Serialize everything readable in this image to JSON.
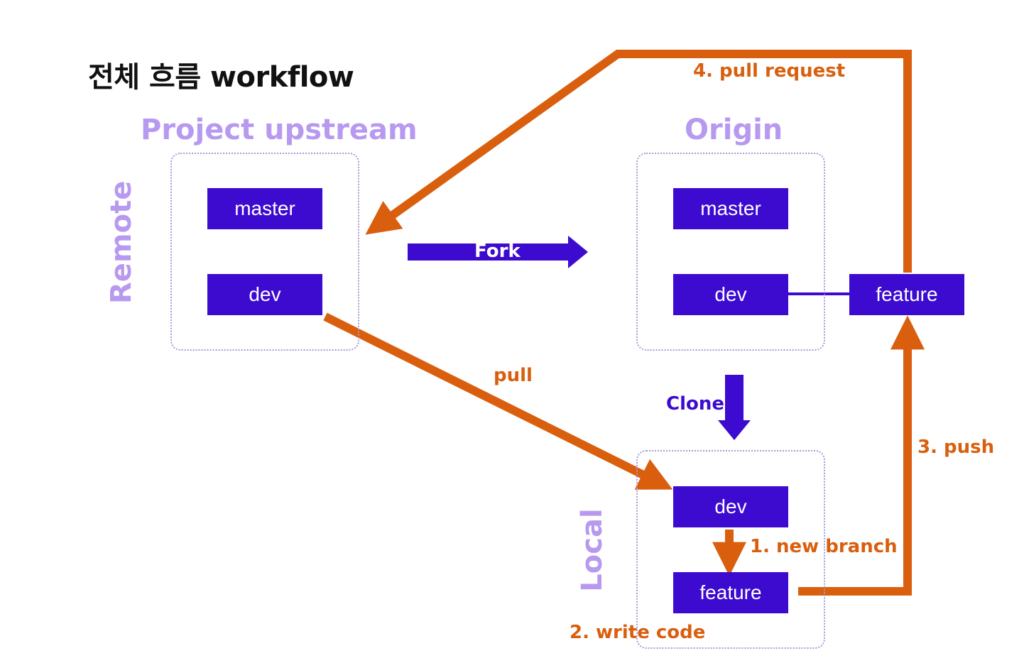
{
  "title": "전체 흐름 workflow",
  "groups": {
    "upstream": {
      "label": "Project upstream"
    },
    "origin": {
      "label": "Origin"
    },
    "local": {
      "label": "Local"
    }
  },
  "side_labels": {
    "remote": "Remote",
    "local": "Local"
  },
  "branches": {
    "upstream_master": "master",
    "upstream_dev": "dev",
    "origin_master": "master",
    "origin_dev": "dev",
    "origin_feature": "feature",
    "local_dev": "dev",
    "local_feature": "feature"
  },
  "actions": {
    "fork": "Fork",
    "clone": "Clone"
  },
  "steps": {
    "pull": "pull",
    "new_branch": "1. new branch",
    "write_code": "2. write code",
    "push": "3. push",
    "pull_request": "4. pull request"
  },
  "colors": {
    "branch_fill": "#3d0ad0",
    "step_arrow": "#d95f0e",
    "group_label": "#b79af0",
    "group_border": "#a79ad8"
  }
}
